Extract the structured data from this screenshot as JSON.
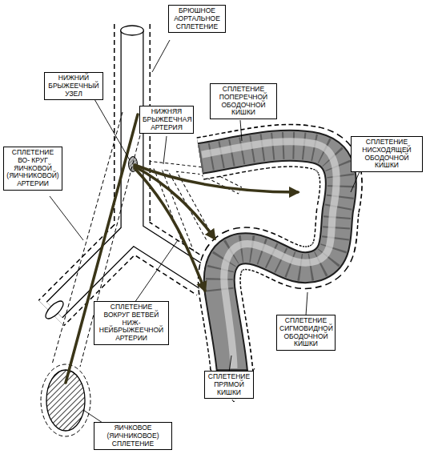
{
  "diagram": {
    "nodes": [
      {
        "text": [
          "БРЮШНОЕ АОРТАЛЬНОЕ СПЛЕТЕНИЕ"
        ]
      },
      {
        "text": [
          "НИЖНИЙ БРЫЖЕЕЧНЫЙ УЗЕЛ"
        ]
      },
      {
        "text": [
          "СПЛЕТЕНИЕ ПОПЕРЕЧНОЙ ОБОДОЧНОЙ КИШКИ"
        ]
      },
      {
        "text": [
          "НИЖНЯЯ БРЫЖЕЕЧНАЯ АРТЕРИЯ"
        ]
      },
      {
        "text": [
          "СПЛЕТЕНИЕ НИСХОДЯЩЕЙ ОБОДОЧНОЙ КИШКИ"
        ]
      },
      {
        "text": [
          "СПЛЕТЕНИЕ ВО- КРУГ ЯИЧКОВОЙ (ЯИЧНИКОВОЙ) АРТЕРИИ"
        ]
      },
      {
        "text": [
          "СПЛЕТЕНИЕ ВОКРУГ ВЕТВЕЙ НИЖ- НЕЙБРЫЖЕЕЧНОЙ АРТЕРИИ"
        ]
      },
      {
        "text": [
          "СПЛЕТЕНИЕ СИГМОВИДНОЙ ОБОДОЧНОЙ КИШКИ"
        ]
      },
      {
        "text": [
          "СПЛЕТЕНИЕ ПРЯМОЙ КИШКИ"
        ]
      },
      {
        "text": [
          "ЯИЧКОВОЕ (ЯИЧНИКОВОЕ) СПЛЕТЕНИЕ"
        ]
      }
    ]
  }
}
